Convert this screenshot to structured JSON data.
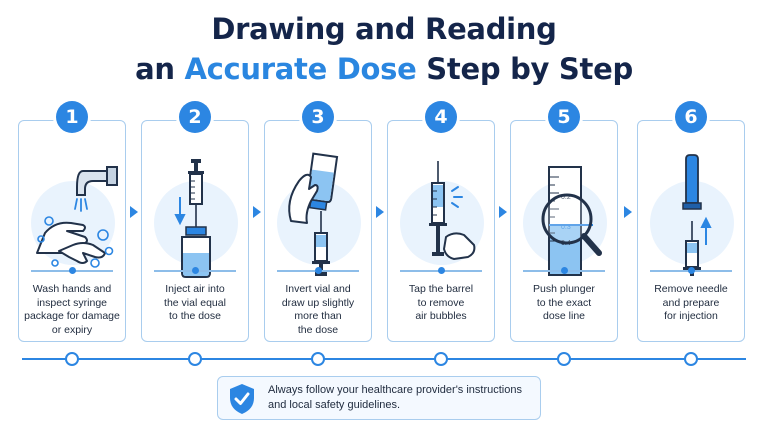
{
  "title": {
    "line1": "Drawing and Reading",
    "line2_prefix": "an ",
    "line2_accent": "Accurate Dose",
    "line2_suffix": " Step by Step"
  },
  "steps": [
    {
      "number": "1",
      "text": "Wash hands and\ninspect syringe\npackage for damage\nor expiry"
    },
    {
      "number": "2",
      "text": "Inject air into\nthe vial equal\nto the dose"
    },
    {
      "number": "3",
      "text": "Invert vial and\ndraw up slightly\nmore than\nthe dose"
    },
    {
      "number": "4",
      "text": "Tap the barrel\nto remove\nair bubbles"
    },
    {
      "number": "5",
      "text": "Push plunger\nto the exact\ndose line"
    },
    {
      "number": "6",
      "text": "Remove needle\nand prepare\nfor injection"
    }
  ],
  "scale_labels": {
    "top": "0.2",
    "mid": "0.3",
    "low": "0.4"
  },
  "notice": {
    "text": "Always follow your healthcare provider's instructions and local safety guidelines."
  },
  "colors": {
    "accent": "#2c86e2",
    "title": "#14254a",
    "card_border": "#a9cdee",
    "illus_bg": "#e9f3fd"
  },
  "icons": [
    "faucet-icon",
    "hands-icon",
    "syringe-icon",
    "vial-icon",
    "magnifier-icon",
    "shield-check-icon",
    "chevron-right-icon"
  ]
}
